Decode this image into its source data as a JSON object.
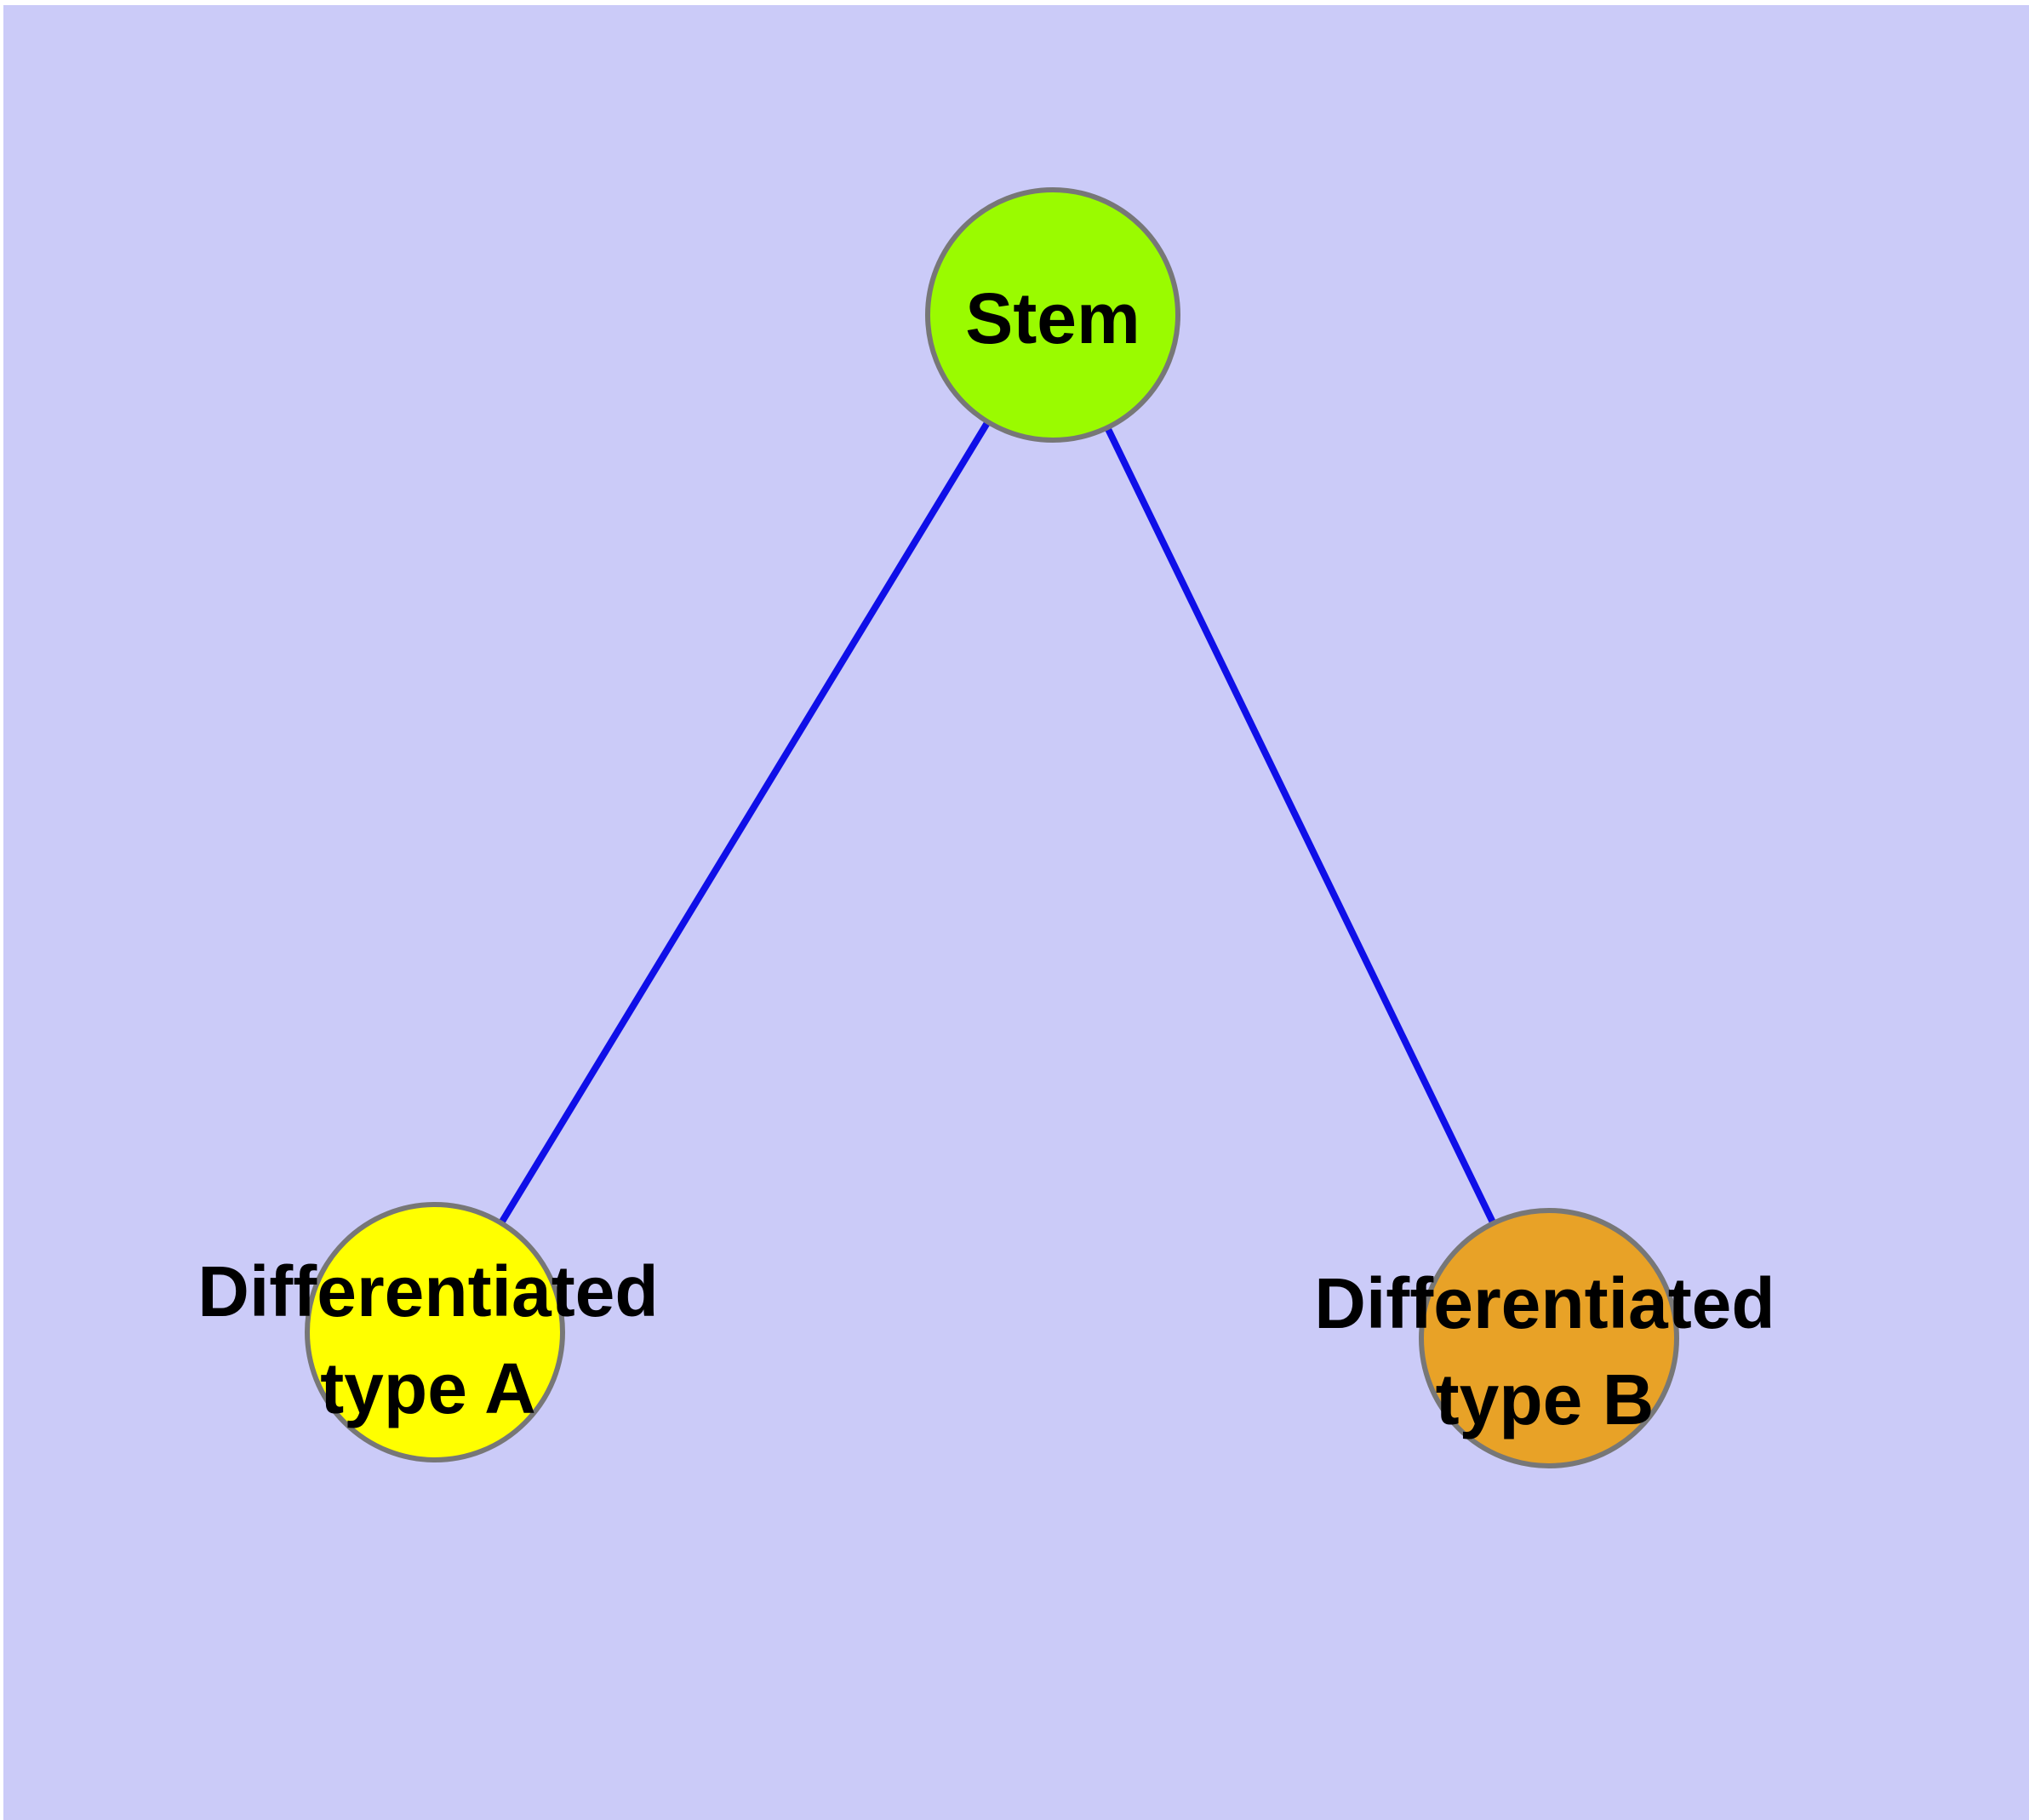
{
  "canvas": {
    "background_color": "#CBCBF8",
    "margin_color": "#FFFFFF"
  },
  "colors": {
    "node_border": "#777777",
    "label": "#000000",
    "edge": "#0F0FE8"
  },
  "nodes": {
    "stem": {
      "label": "Stem",
      "fill": "#9AFB00"
    },
    "type_a": {
      "label_line1": "Differentiated",
      "label_line2": "type A",
      "fill": "#FFFF00"
    },
    "type_b": {
      "label_line1": "Differentiated",
      "label_line2": "type B",
      "fill": "#E8A227"
    }
  },
  "edges": {
    "color": "#0F0FE8",
    "connections": [
      {
        "from": "Stem",
        "to": "Differentiated type A"
      },
      {
        "from": "Stem",
        "to": "Differentiated type B"
      }
    ]
  }
}
